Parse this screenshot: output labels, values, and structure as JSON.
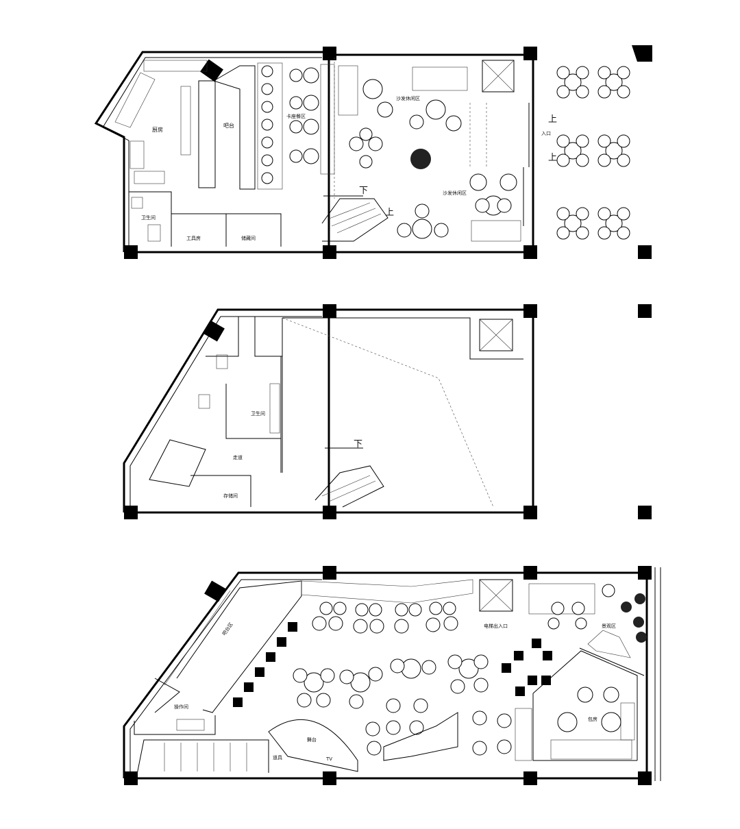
{
  "colors": {
    "line": "#000000",
    "background": "#ffffff"
  },
  "floor1": {
    "kitchen": "厨房",
    "bar": "吧台",
    "booth_area": "卡座餐区",
    "sofa_area_top": "沙发休闲区",
    "sofa_area_bottom": "沙发休闲区",
    "toilet": "卫生间",
    "tool_room": "工具房",
    "storage_room": "储藏间",
    "entrance": "入口",
    "up_1": "上",
    "up_2": "上",
    "up_3": "上",
    "down": "下"
  },
  "floor2": {
    "toilet": "卫生间",
    "corridor": "走道",
    "storage_room": "存储间",
    "down": "下"
  },
  "floor3": {
    "bar_area": "吧台区",
    "operation_room": "操作间",
    "stage": "舞台",
    "stage_side": "道具",
    "elevator_exit": "电梯出入口",
    "view_area": "景观区",
    "private_room": "包房",
    "tv": "TV"
  }
}
